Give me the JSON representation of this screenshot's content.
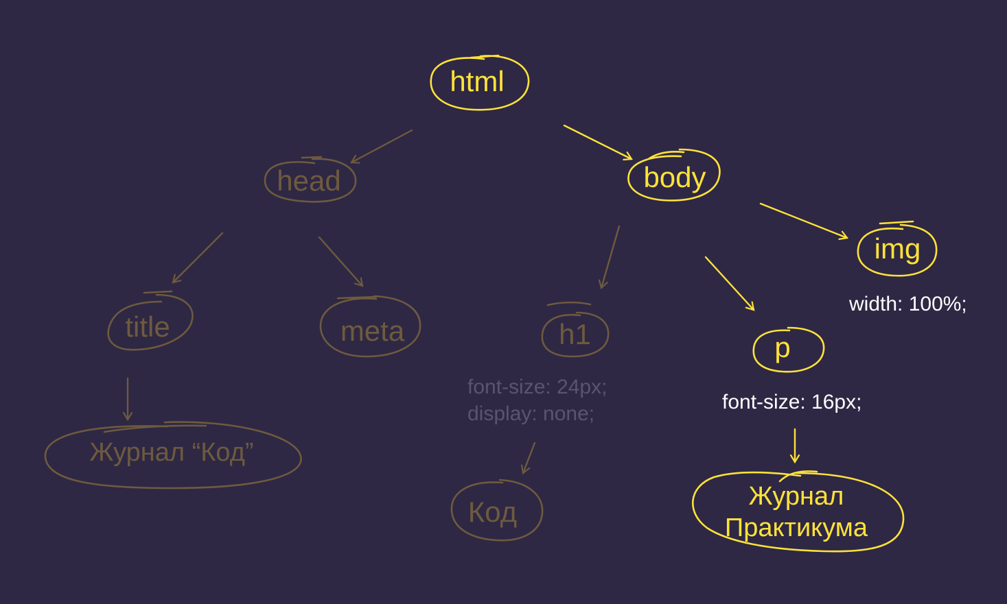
{
  "colors": {
    "background": "#2e2844",
    "active": "#ffe23a",
    "muted": "#6e5a3f",
    "active_text": "#ffffff",
    "muted_text": "#5a5470"
  },
  "nodes": {
    "html": "html",
    "head": "head",
    "body": "body",
    "title": "title",
    "meta": "meta",
    "h1": "h1",
    "p": "p",
    "img": "img",
    "title_text": "Журнал “Код”",
    "h1_text": "Код",
    "p_text_line1": "Журнал",
    "p_text_line2": "Практикума"
  },
  "styles": {
    "h1": [
      "font-size: 24px;",
      "display: none;"
    ],
    "p": [
      "font-size: 16px;"
    ],
    "img": [
      "width: 100%;"
    ]
  }
}
